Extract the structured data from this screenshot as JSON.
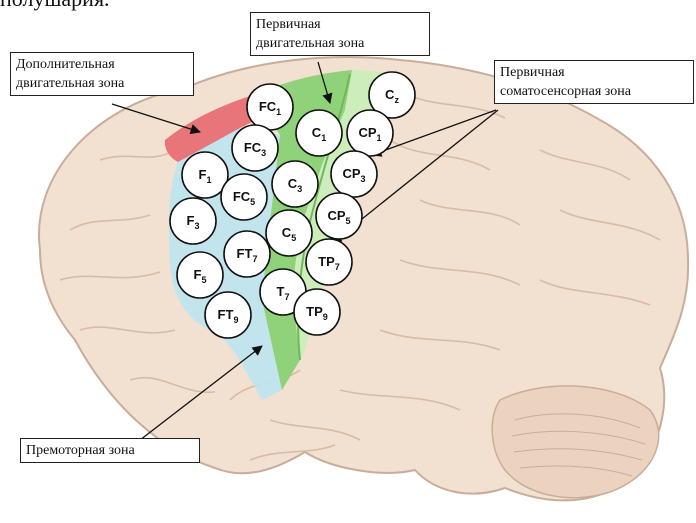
{
  "heading_fragment": "полушария.",
  "labels": {
    "supplementary": [
      "Дополнительная",
      "двигательная зона"
    ],
    "primary_motor": [
      "Первичная",
      "двигательная зона"
    ],
    "somatosensory": [
      "Первичная",
      "соматосенсорная зона"
    ],
    "premotor": "Премоторная зона"
  },
  "electrodes": [
    {
      "name": "FC",
      "sub": "1"
    },
    {
      "name": "C",
      "sub": "z"
    },
    {
      "name": "C",
      "sub": "1"
    },
    {
      "name": "CP",
      "sub": "1"
    },
    {
      "name": "FC",
      "sub": "3"
    },
    {
      "name": "F",
      "sub": "1"
    },
    {
      "name": "CP",
      "sub": "3"
    },
    {
      "name": "C",
      "sub": "3"
    },
    {
      "name": "FC",
      "sub": "5"
    },
    {
      "name": "F",
      "sub": "3"
    },
    {
      "name": "CP",
      "sub": "5"
    },
    {
      "name": "C",
      "sub": "5"
    },
    {
      "name": "FT",
      "sub": "7"
    },
    {
      "name": "TP",
      "sub": "7"
    },
    {
      "name": "F",
      "sub": "5"
    },
    {
      "name": "T",
      "sub": "7"
    },
    {
      "name": "TP",
      "sub": "9"
    },
    {
      "name": "FT",
      "sub": "9"
    }
  ],
  "colors": {
    "brain": "#f2e0d0",
    "brain_line": "#c9ad9a",
    "supplementary_zone": "#e8757a",
    "primary_motor_zone": "#8fd27a",
    "somatosensory_zone": "#cdeebb",
    "premotor_zone": "#bfe4ee"
  }
}
